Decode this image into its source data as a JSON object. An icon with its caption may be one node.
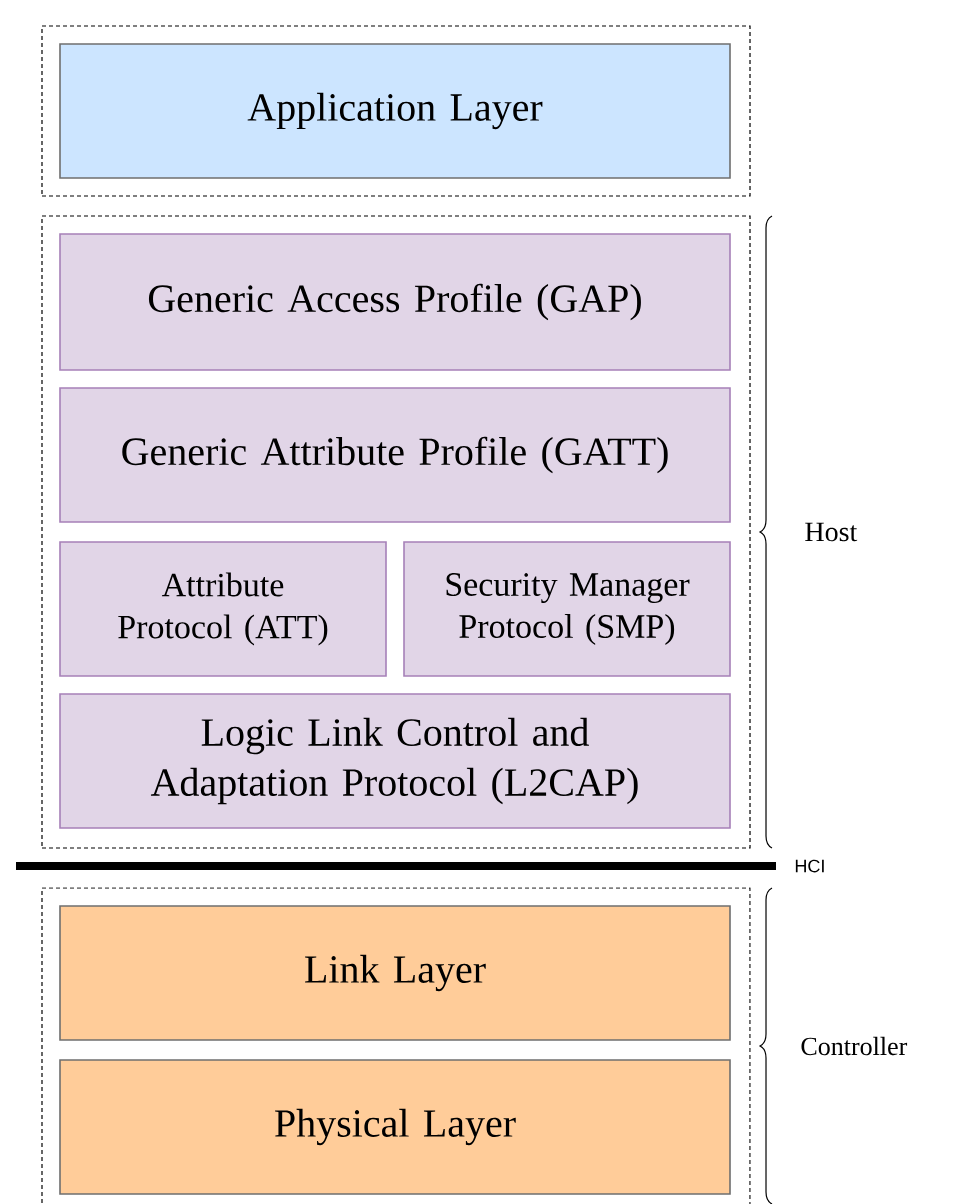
{
  "diagram": {
    "nodes": [
      {
        "text": [],
        "shape": "box"
      },
      {
        "text": [
          "Application Layer"
        ],
        "in": 0
      },
      {
        "text": [],
        "shape": "box"
      },
      {
        "text": [
          "Generic Access Profile (GAP)"
        ],
        "in": 2
      },
      {
        "text": [
          "Generic Attribute Profile (GATT)"
        ],
        "in": 2
      },
      {
        "text": [
          "Attribute Protocol (ATT)"
        ],
        "in": 2
      },
      {
        "text": [
          "Security Manager Protocol (SMP)"
        ],
        "in": 2
      },
      {
        "text": [
          "Logic Link Control and Adaptation Protocol (L2CAP)"
        ],
        "in": 2
      },
      {
        "text": [],
        "shape": "box"
      },
      {
        "text": [
          "Link Layer"
        ],
        "in": 8
      },
      {
        "text": [
          "Physical Layer"
        ],
        "in": 8
      }
    ],
    "labels": [
      "Host",
      "HCI",
      "Controller"
    ]
  }
}
